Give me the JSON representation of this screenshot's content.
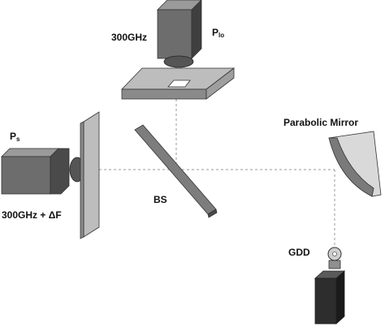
{
  "labels": {
    "lo_freq": "300GHz",
    "lo_name_main": "P",
    "lo_name_sub": "lo",
    "signal_name_main": "P",
    "signal_name_sub": "s",
    "signal_freq": "300GHz + ΔF",
    "beam_splitter": "BS",
    "parabolic_mirror": "Parabolic Mirror",
    "detector": "GDD"
  },
  "colors": {
    "source_front": "#6d6d6d",
    "source_side": "#3f3f3f",
    "source_top": "#9a9a9a",
    "plate": "#bdbdbd",
    "plate_edge": "#8a8a8a",
    "mirror": "#d9d9d9",
    "mirror_dark": "#7a7a7a",
    "detector": "#2d2d2d",
    "beam": "#9a9a9a"
  }
}
